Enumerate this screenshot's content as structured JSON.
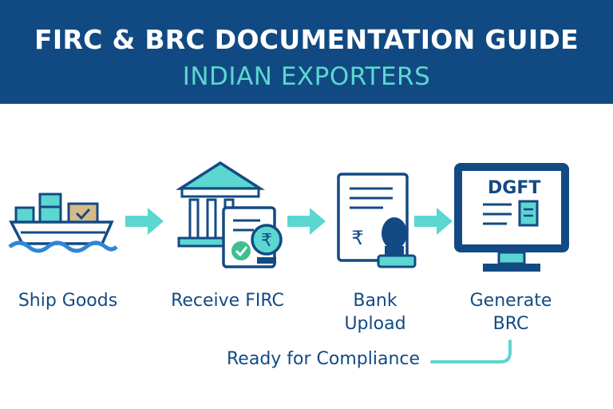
{
  "header": {
    "title": "FIRC & BRC DOCUMENTATION GUIDE",
    "subtitle": "INDIAN EXPORTERS"
  },
  "steps": [
    {
      "label": "Ship Goods",
      "icon": "cargo-ship-icon"
    },
    {
      "label": "Receive FIRC",
      "icon": "bank-with-firc-document-icon"
    },
    {
      "label": "Bank\nUpload",
      "icon": "document-with-stamp-icon"
    },
    {
      "label": "Generate\nBRC",
      "icon": "dgft-monitor-icon"
    }
  ],
  "monitor_text": "DGFT",
  "currency_symbol": "₹",
  "footer": {
    "compliance_text": "Ready for Compliance"
  },
  "colors": {
    "header_bg": "#114a82",
    "title": "#ffffff",
    "subtitle": "#5cd6d0",
    "navy": "#134a84",
    "teal": "#5cd6d0",
    "green": "#3fbf8f",
    "tan": "#d7b98a"
  }
}
